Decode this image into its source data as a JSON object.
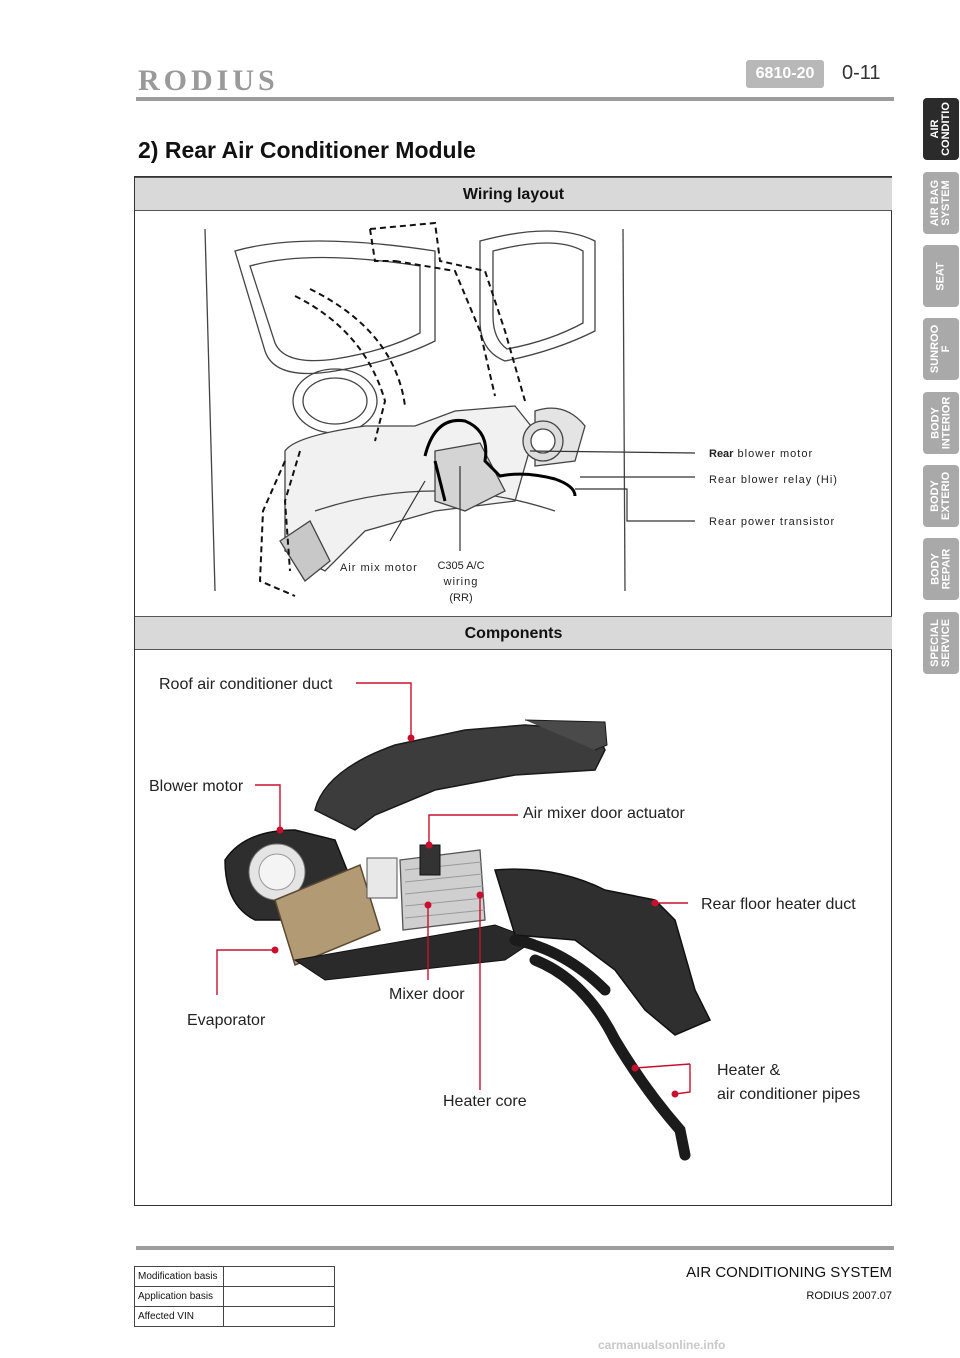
{
  "header": {
    "logo": "RODIUS",
    "code": "6810-20",
    "page": "0-11"
  },
  "title": "2) Rear Air Conditioner Module",
  "wiring": {
    "heading": "Wiring layout",
    "labels": {
      "blower_motor_bold": "Rear",
      "blower_motor_rest": " blower motor",
      "blower_relay": "Rear blower relay (Hi)",
      "power_transistor": "Rear power transistor",
      "air_mix_motor": "Air mix motor",
      "c305_line1": "C305 A/C",
      "c305_line2": "wiring",
      "c305_line3": "(RR)"
    }
  },
  "components": {
    "heading": "Components",
    "labels": {
      "roof_duct": "Roof air conditioner duct",
      "blower_motor": "Blower motor",
      "mixer_actuator": "Air mixer door actuator",
      "floor_duct": "Rear floor heater duct",
      "evaporator": "Evaporator",
      "mixer_door": "Mixer door",
      "heater_pipes_1": "Heater &",
      "heater_pipes_2": "air conditioner pipes",
      "heater_core": "Heater core"
    }
  },
  "tabs": [
    {
      "label": "AIR\nCONDITIO",
      "active": true
    },
    {
      "label": "AIR BAG\nSYSTEM",
      "active": false
    },
    {
      "label": "SEAT",
      "active": false
    },
    {
      "label": "SUNROO\nF",
      "active": false
    },
    {
      "label": "BODY\nINTERIOR",
      "active": false
    },
    {
      "label": "BODY\nEXTERIO",
      "active": false
    },
    {
      "label": "BODY\nREPAIR",
      "active": false
    },
    {
      "label": "SPECIAL\nSERVICE",
      "active": false
    }
  ],
  "footer": {
    "system": "AIR CONDITIONING SYSTEM",
    "version": "RODIUS 2007.07",
    "rows": [
      {
        "label": "Modification basis",
        "value": ""
      },
      {
        "label": "Application basis",
        "value": ""
      },
      {
        "label": "Affected VIN",
        "value": ""
      }
    ]
  },
  "watermark": "carmanualsonline.info"
}
